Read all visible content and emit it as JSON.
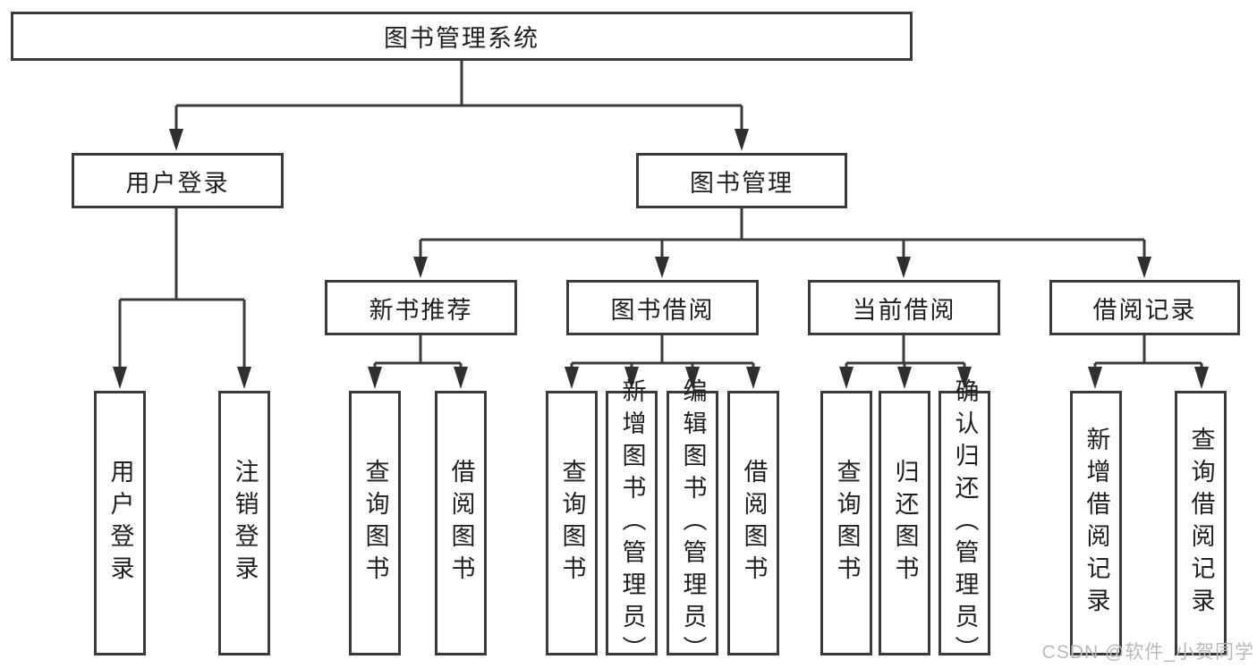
{
  "diagram": {
    "title": "图书管理系统",
    "root": {
      "label": "图书管理系统"
    },
    "level2": [
      {
        "label": "用户登录"
      },
      {
        "label": "图书管理"
      }
    ],
    "level3": [
      {
        "label": "新书推荐"
      },
      {
        "label": "图书借阅"
      },
      {
        "label": "当前借阅"
      },
      {
        "label": "借阅记录"
      }
    ],
    "leaves": {
      "user_login": [
        {
          "label": "用户登录"
        },
        {
          "label": "注销登录"
        }
      ],
      "new_books": [
        {
          "label": "查询图书"
        },
        {
          "label": "借阅图书"
        }
      ],
      "book_borrow": [
        {
          "label": "查询图书"
        },
        {
          "label": "新增图书（管理员）"
        },
        {
          "label": "编辑图书（管理员）"
        },
        {
          "label": "借阅图书"
        }
      ],
      "current_borrow": [
        {
          "label": "查询图书"
        },
        {
          "label": "归还图书"
        },
        {
          "label": "确认归还（管理员）"
        }
      ],
      "borrow_records": [
        {
          "label": "新增借阅记录"
        },
        {
          "label": "查询借阅记录"
        }
      ]
    }
  },
  "watermark": {
    "text": "CSDN @软件_小贺同学"
  },
  "colors": {
    "line": "#3a3a3a",
    "text": "#1f1f1f",
    "box_background": "#ffffff",
    "watermark": "#b9b9b9",
    "page_background": "#ffffff"
  }
}
